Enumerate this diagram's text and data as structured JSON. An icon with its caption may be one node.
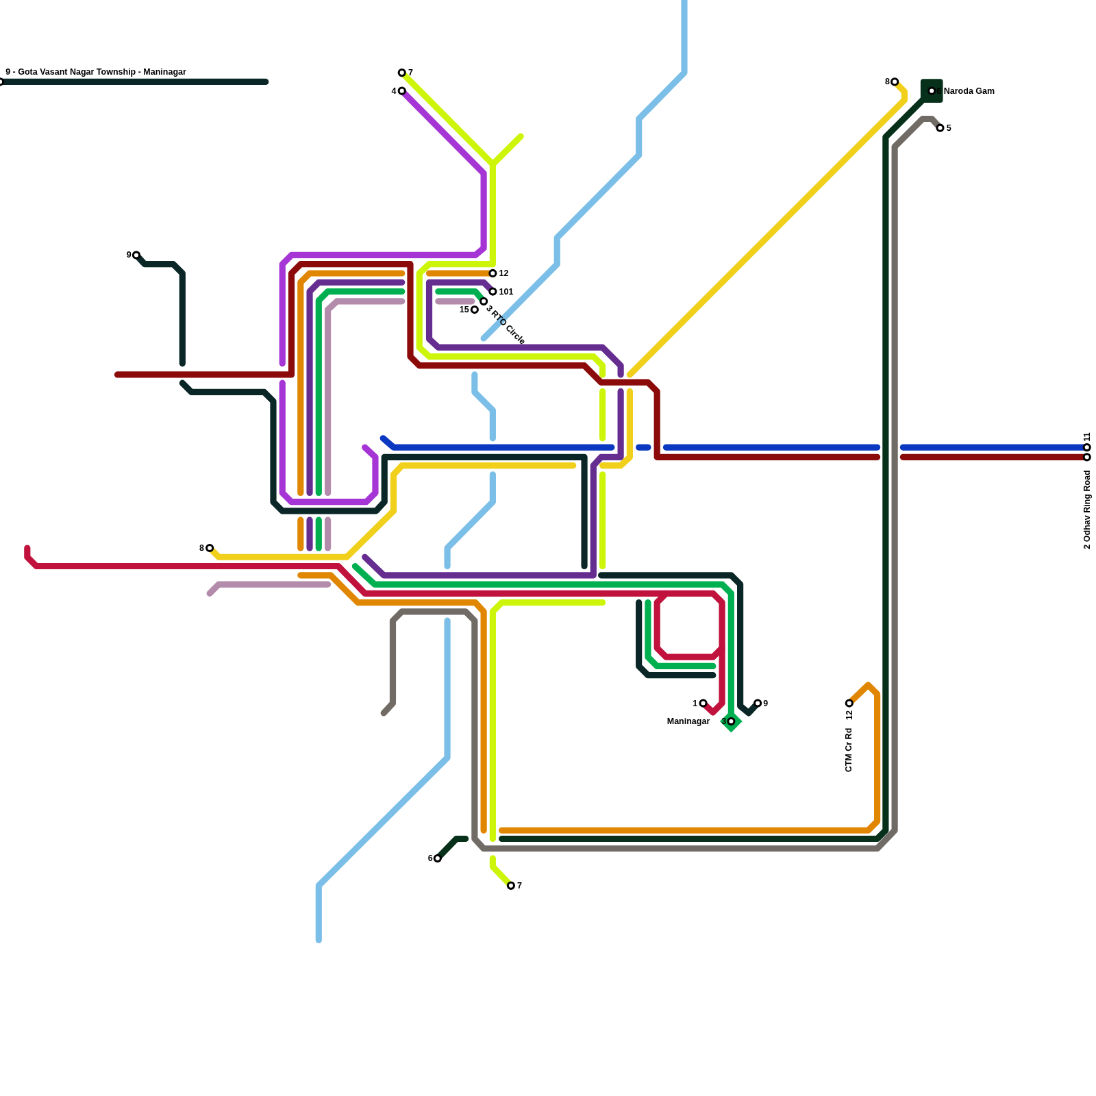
{
  "diagram": {
    "labels": [
      "7",
      "9 - Gota Vasant Nagar Township - Maninagar",
      "8",
      "4",
      "6 Naroda Gam",
      "5",
      "9",
      "12",
      "101",
      "3 RTO Circle",
      "15",
      "11",
      "2 Odhav Ring Road",
      "8",
      "1",
      "9",
      "12",
      "CTM Cr Rd",
      "Maninagar",
      "3",
      "6",
      "7"
    ]
  }
}
